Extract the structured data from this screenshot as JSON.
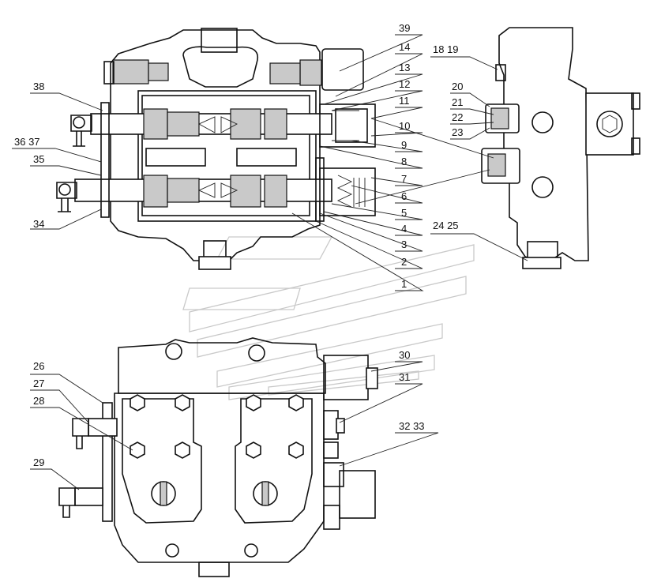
{
  "callouts": [
    {
      "key": "c1",
      "text": "1"
    },
    {
      "key": "c2",
      "text": "2"
    },
    {
      "key": "c3",
      "text": "3"
    },
    {
      "key": "c4",
      "text": "4"
    },
    {
      "key": "c5",
      "text": "5"
    },
    {
      "key": "c6",
      "text": "6"
    },
    {
      "key": "c7",
      "text": "7"
    },
    {
      "key": "c8",
      "text": "8"
    },
    {
      "key": "c9",
      "text": "9"
    },
    {
      "key": "c10",
      "text": "10"
    },
    {
      "key": "c11",
      "text": "11"
    },
    {
      "key": "c12",
      "text": "12"
    },
    {
      "key": "c13",
      "text": "13"
    },
    {
      "key": "c14",
      "text": "14"
    },
    {
      "key": "c39",
      "text": "39"
    },
    {
      "key": "c1819",
      "text": "18 19"
    },
    {
      "key": "c20",
      "text": "20"
    },
    {
      "key": "c21",
      "text": "21"
    },
    {
      "key": "c22",
      "text": "22"
    },
    {
      "key": "c23",
      "text": "23"
    },
    {
      "key": "c2425",
      "text": "24 25"
    },
    {
      "key": "c38",
      "text": "38"
    },
    {
      "key": "c3637",
      "text": "36 37"
    },
    {
      "key": "c35",
      "text": "35"
    },
    {
      "key": "c34",
      "text": "34"
    },
    {
      "key": "c26",
      "text": "26"
    },
    {
      "key": "c27",
      "text": "27"
    },
    {
      "key": "c28",
      "text": "28"
    },
    {
      "key": "c29",
      "text": "29"
    },
    {
      "key": "c30",
      "text": "30"
    },
    {
      "key": "c31",
      "text": "31"
    },
    {
      "key": "c3233",
      "text": "32 33"
    }
  ],
  "colors": {
    "line": "#111111",
    "background": "#ffffff",
    "watermark": "#c9c9c9"
  }
}
